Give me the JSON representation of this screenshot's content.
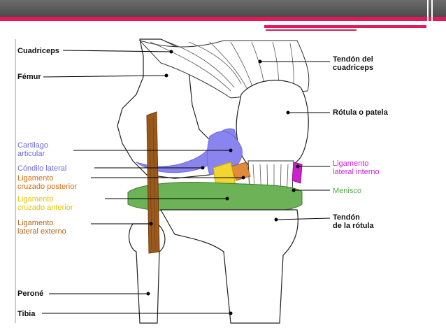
{
  "colors": {
    "top_bar": "#595959",
    "accent_line": "#e2185b",
    "leader_line": "#000000",
    "cartilage": "#8a85ee",
    "posterior_cruciate": "#e08a3c",
    "anterior_cruciate": "#f2d531",
    "lateral_external_ligament": "#9a5a1e",
    "medial_internal_ligament": "#cc22cc",
    "meniscus": "#6bb356"
  },
  "labels": {
    "cuadriceps": "Cuadriceps",
    "femur": "Fémur",
    "cartilago": "Cartilago\narticular",
    "condilo": "Cóndilo lateral",
    "lig_posterior": "Ligamento\ncruzado posterior",
    "lig_anterior": "Ligamento\ncruzado anterior",
    "lig_externo": "Ligamento\nlateral externo",
    "perone": "Peroné",
    "tibia": "Tibia",
    "tendon_cuadriceps": "Tendón del\ncuadriceps",
    "rotula": "Rótula o patela",
    "lig_interno": "Ligamento\nlateral interno",
    "menisco": "Menisco",
    "tendon_rotula": "Tendón\nde la rótula"
  }
}
